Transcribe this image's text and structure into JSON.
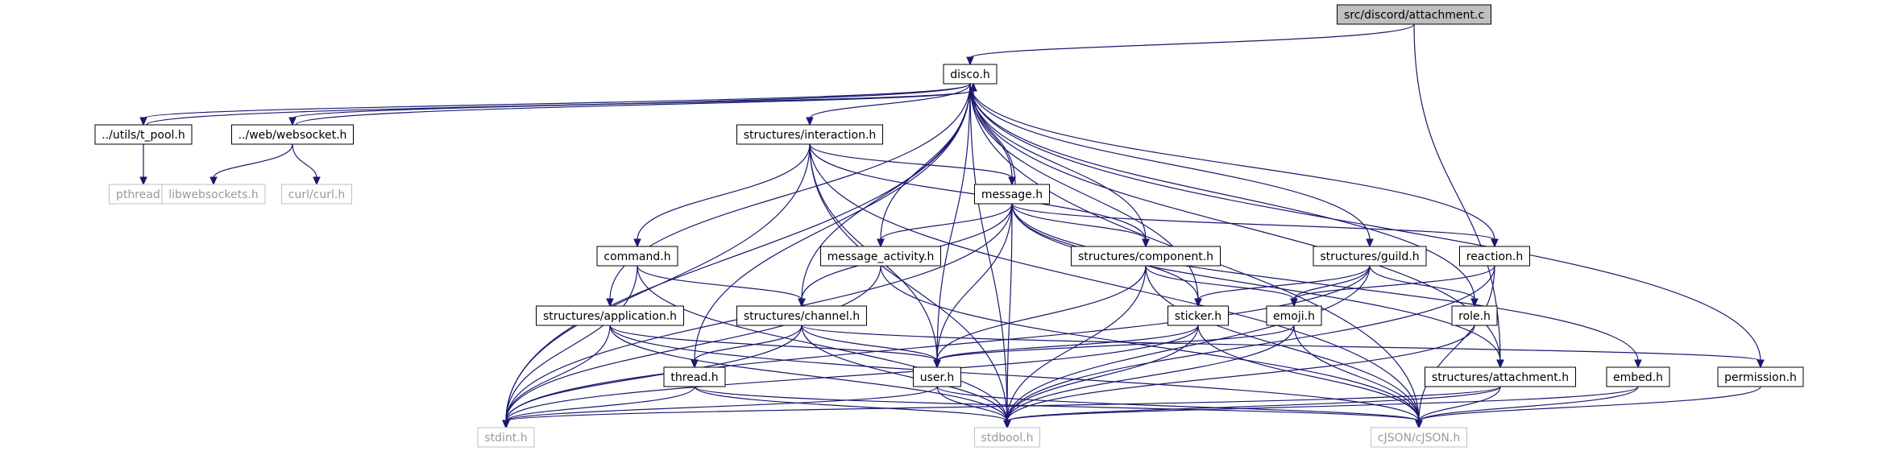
{
  "diagram": {
    "colors": {
      "edge": "#191970",
      "root_fill": "#bfbfbf",
      "node_fill": "#ffffff",
      "node_border": "#000000",
      "external_text": "#9a9a9a",
      "external_border": "#bfbfbf"
    },
    "nodes": [
      {
        "id": "attachment_c",
        "label": "src/discord/attachment.c",
        "kind": "root"
      },
      {
        "id": "disco_h",
        "label": "disco.h",
        "kind": "header"
      },
      {
        "id": "t_pool_h",
        "label": "../utils/t_pool.h",
        "kind": "header"
      },
      {
        "id": "websocket_h",
        "label": "../web/websocket.h",
        "kind": "header"
      },
      {
        "id": "interaction_h",
        "label": "structures/interaction.h",
        "kind": "header"
      },
      {
        "id": "pthread_h",
        "label": "pthread.h",
        "kind": "external"
      },
      {
        "id": "libwebsockets_h",
        "label": "libwebsockets.h",
        "kind": "external"
      },
      {
        "id": "curl_h",
        "label": "curl/curl.h",
        "kind": "external"
      },
      {
        "id": "message_h",
        "label": "message.h",
        "kind": "header"
      },
      {
        "id": "command_h",
        "label": "command.h",
        "kind": "header"
      },
      {
        "id": "message_activity_h",
        "label": "message_activity.h",
        "kind": "header"
      },
      {
        "id": "component_h",
        "label": "structures/component.h",
        "kind": "header"
      },
      {
        "id": "guild_h",
        "label": "structures/guild.h",
        "kind": "header"
      },
      {
        "id": "reaction_h",
        "label": "reaction.h",
        "kind": "header"
      },
      {
        "id": "application_h",
        "label": "structures/application.h",
        "kind": "header"
      },
      {
        "id": "channel_h",
        "label": "structures/channel.h",
        "kind": "header"
      },
      {
        "id": "sticker_h",
        "label": "sticker.h",
        "kind": "header"
      },
      {
        "id": "emoji_h",
        "label": "emoji.h",
        "kind": "header"
      },
      {
        "id": "role_h",
        "label": "role.h",
        "kind": "header"
      },
      {
        "id": "thread_h",
        "label": "thread.h",
        "kind": "header"
      },
      {
        "id": "user_h",
        "label": "user.h",
        "kind": "header"
      },
      {
        "id": "struct_attachment_h",
        "label": "structures/attachment.h",
        "kind": "header"
      },
      {
        "id": "embed_h",
        "label": "embed.h",
        "kind": "header"
      },
      {
        "id": "permission_h",
        "label": "permission.h",
        "kind": "header"
      },
      {
        "id": "stdint_h",
        "label": "stdint.h",
        "kind": "external"
      },
      {
        "id": "stdbool_h",
        "label": "stdbool.h",
        "kind": "external"
      },
      {
        "id": "cjson_h",
        "label": "cJSON/cJSON.h",
        "kind": "external"
      }
    ],
    "edges": [
      [
        "attachment_c",
        "disco_h"
      ],
      [
        "attachment_c",
        "struct_attachment_h"
      ],
      [
        "disco_h",
        "t_pool_h"
      ],
      [
        "disco_h",
        "websocket_h"
      ],
      [
        "disco_h",
        "interaction_h"
      ],
      [
        "disco_h",
        "message_h"
      ],
      [
        "disco_h",
        "message_activity_h"
      ],
      [
        "disco_h",
        "component_h"
      ],
      [
        "disco_h",
        "guild_h"
      ],
      [
        "disco_h",
        "reaction_h"
      ],
      [
        "disco_h",
        "application_h"
      ],
      [
        "disco_h",
        "channel_h"
      ],
      [
        "disco_h",
        "sticker_h"
      ],
      [
        "disco_h",
        "role_h"
      ],
      [
        "disco_h",
        "thread_h"
      ],
      [
        "disco_h",
        "user_h"
      ],
      [
        "disco_h",
        "struct_attachment_h"
      ],
      [
        "disco_h",
        "permission_h"
      ],
      [
        "disco_h",
        "stdint_h"
      ],
      [
        "disco_h",
        "stdbool_h"
      ],
      [
        "disco_h",
        "cjson_h"
      ],
      [
        "t_pool_h",
        "disco_h"
      ],
      [
        "t_pool_h",
        "pthread_h"
      ],
      [
        "websocket_h",
        "disco_h"
      ],
      [
        "websocket_h",
        "libwebsockets_h"
      ],
      [
        "websocket_h",
        "curl_h"
      ],
      [
        "interaction_h",
        "message_h"
      ],
      [
        "interaction_h",
        "command_h"
      ],
      [
        "interaction_h",
        "component_h"
      ],
      [
        "interaction_h",
        "user_h"
      ],
      [
        "interaction_h",
        "stdint_h"
      ],
      [
        "interaction_h",
        "stdbool_h"
      ],
      [
        "interaction_h",
        "cjson_h"
      ],
      [
        "message_h",
        "disco_h"
      ],
      [
        "message_h",
        "message_activity_h"
      ],
      [
        "message_h",
        "component_h"
      ],
      [
        "message_h",
        "reaction_h"
      ],
      [
        "message_h",
        "channel_h"
      ],
      [
        "message_h",
        "sticker_h"
      ],
      [
        "message_h",
        "user_h"
      ],
      [
        "message_h",
        "struct_attachment_h"
      ],
      [
        "message_h",
        "embed_h"
      ],
      [
        "message_h",
        "stdint_h"
      ],
      [
        "message_h",
        "stdbool_h"
      ],
      [
        "command_h",
        "channel_h"
      ],
      [
        "command_h",
        "stdint_h"
      ],
      [
        "command_h",
        "stdbool_h"
      ],
      [
        "message_activity_h",
        "stdint_h"
      ],
      [
        "message_activity_h",
        "cjson_h"
      ],
      [
        "component_h",
        "emoji_h"
      ],
      [
        "component_h",
        "user_h"
      ],
      [
        "component_h",
        "stdbool_h"
      ],
      [
        "component_h",
        "cjson_h"
      ],
      [
        "guild_h",
        "sticker_h"
      ],
      [
        "guild_h",
        "emoji_h"
      ],
      [
        "guild_h",
        "role_h"
      ],
      [
        "guild_h",
        "stdint_h"
      ],
      [
        "guild_h",
        "stdbool_h"
      ],
      [
        "reaction_h",
        "emoji_h"
      ],
      [
        "reaction_h",
        "stdbool_h"
      ],
      [
        "reaction_h",
        "cjson_h"
      ],
      [
        "application_h",
        "user_h"
      ],
      [
        "application_h",
        "stdint_h"
      ],
      [
        "application_h",
        "stdbool_h"
      ],
      [
        "application_h",
        "cjson_h"
      ],
      [
        "channel_h",
        "thread_h"
      ],
      [
        "channel_h",
        "user_h"
      ],
      [
        "channel_h",
        "permission_h"
      ],
      [
        "channel_h",
        "stdint_h"
      ],
      [
        "channel_h",
        "stdbool_h"
      ],
      [
        "sticker_h",
        "user_h"
      ],
      [
        "sticker_h",
        "stdint_h"
      ],
      [
        "sticker_h",
        "stdbool_h"
      ],
      [
        "sticker_h",
        "cjson_h"
      ],
      [
        "emoji_h",
        "user_h"
      ],
      [
        "emoji_h",
        "stdbool_h"
      ],
      [
        "emoji_h",
        "cjson_h"
      ],
      [
        "role_h",
        "stdbool_h"
      ],
      [
        "thread_h",
        "stdint_h"
      ],
      [
        "thread_h",
        "stdbool_h"
      ],
      [
        "thread_h",
        "cjson_h"
      ],
      [
        "user_h",
        "stdint_h"
      ],
      [
        "user_h",
        "stdbool_h"
      ],
      [
        "user_h",
        "cjson_h"
      ],
      [
        "struct_attachment_h",
        "stdint_h"
      ],
      [
        "struct_attachment_h",
        "stdbool_h"
      ],
      [
        "struct_attachment_h",
        "cjson_h"
      ],
      [
        "embed_h",
        "stdbool_h"
      ],
      [
        "embed_h",
        "cjson_h"
      ],
      [
        "permission_h",
        "cjson_h"
      ]
    ]
  }
}
